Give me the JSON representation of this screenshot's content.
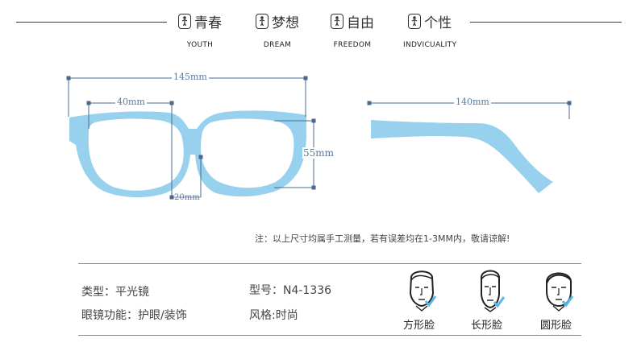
{
  "header": {
    "items": [
      {
        "icon": "person-badge-icon",
        "cn": "青春",
        "en": "YOUTH"
      },
      {
        "icon": "person-badge-icon",
        "cn": "梦想",
        "en": "DREAM"
      },
      {
        "icon": "person-badge-icon",
        "cn": "自由",
        "en": "FREEDOM"
      },
      {
        "icon": "person-badge-icon",
        "cn": "个性",
        "en": "INDVICUALITY"
      }
    ]
  },
  "dimensions": {
    "total_width": "145mm",
    "lens_width": "40mm",
    "bridge": "20mm",
    "lens_height": "55mm",
    "temple_length": "140mm"
  },
  "colors": {
    "frame": "#98d1ee",
    "dim_line": "#4a6a8c",
    "check": "#5bb8e8"
  },
  "note": "注：以上尺寸均属手工测量，若有误差均在1-3MM内，敬请谅解!",
  "specs": {
    "type": "类型：平光镜",
    "function": "眼镜功能：护眼/装饰",
    "model": "型号：N4-1336",
    "style": "风格:时尚"
  },
  "faces": [
    {
      "icon": "square-face-icon",
      "label": "方形脸"
    },
    {
      "icon": "long-face-icon",
      "label": "长形脸"
    },
    {
      "icon": "round-face-icon",
      "label": "圆形脸"
    }
  ]
}
